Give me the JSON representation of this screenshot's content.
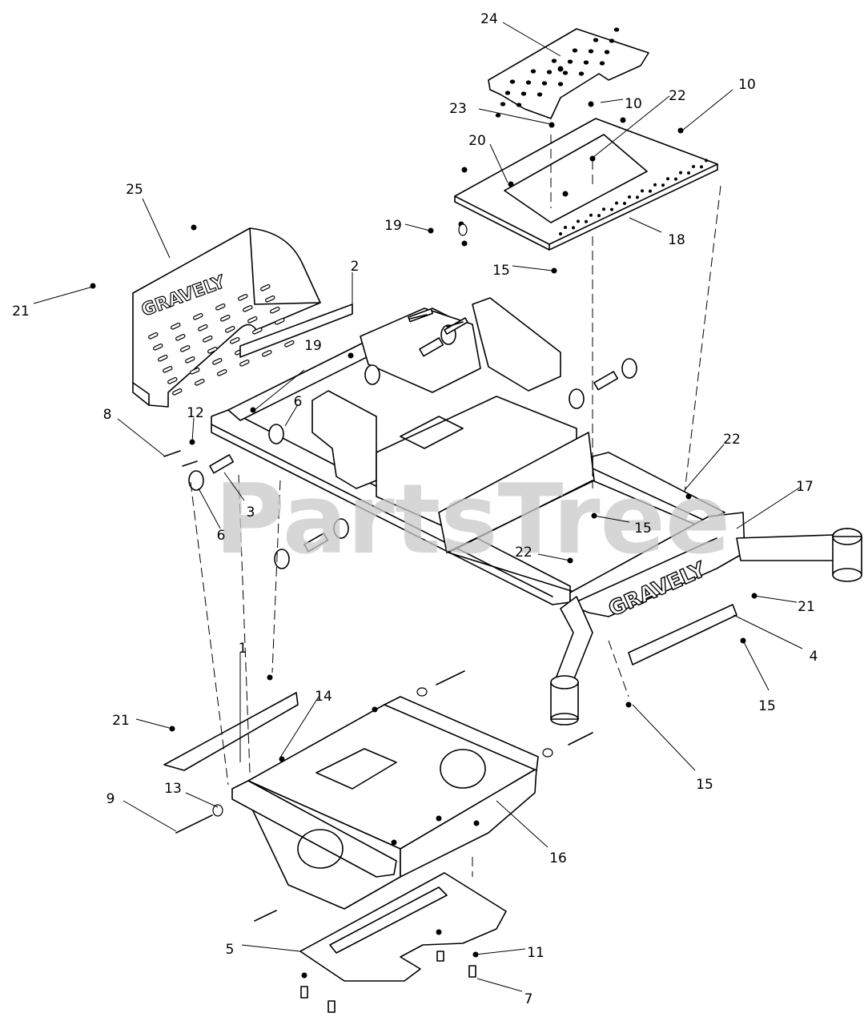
{
  "watermark": "PartsTree",
  "brand_logos": [
    "GRAVELY",
    "GRAVELY"
  ],
  "callouts": [
    {
      "id": "c24",
      "label": "24"
    },
    {
      "id": "c10a",
      "label": "10"
    },
    {
      "id": "c10b",
      "label": "10"
    },
    {
      "id": "c23",
      "label": "23"
    },
    {
      "id": "c22a",
      "label": "22"
    },
    {
      "id": "c20",
      "label": "20"
    },
    {
      "id": "c19a",
      "label": "19"
    },
    {
      "id": "c18",
      "label": "18"
    },
    {
      "id": "c15a",
      "label": "15"
    },
    {
      "id": "c25",
      "label": "25"
    },
    {
      "id": "c2",
      "label": "2"
    },
    {
      "id": "c21a",
      "label": "21"
    },
    {
      "id": "c19b",
      "label": "19"
    },
    {
      "id": "c8",
      "label": "8"
    },
    {
      "id": "c12",
      "label": "12"
    },
    {
      "id": "c6a",
      "label": "6"
    },
    {
      "id": "c3",
      "label": "3"
    },
    {
      "id": "c6b",
      "label": "6"
    },
    {
      "id": "c22b",
      "label": "22"
    },
    {
      "id": "c17",
      "label": "17"
    },
    {
      "id": "c15b",
      "label": "15"
    },
    {
      "id": "c22c",
      "label": "22"
    },
    {
      "id": "c21b",
      "label": "21"
    },
    {
      "id": "c4",
      "label": "4"
    },
    {
      "id": "c15c",
      "label": "15"
    },
    {
      "id": "c1",
      "label": "1"
    },
    {
      "id": "c14",
      "label": "14"
    },
    {
      "id": "c21c",
      "label": "21"
    },
    {
      "id": "c13",
      "label": "13"
    },
    {
      "id": "c9",
      "label": "9"
    },
    {
      "id": "c15d",
      "label": "15"
    },
    {
      "id": "c16",
      "label": "16"
    },
    {
      "id": "c5",
      "label": "5"
    },
    {
      "id": "c11",
      "label": "11"
    },
    {
      "id": "c7",
      "label": "7"
    }
  ]
}
